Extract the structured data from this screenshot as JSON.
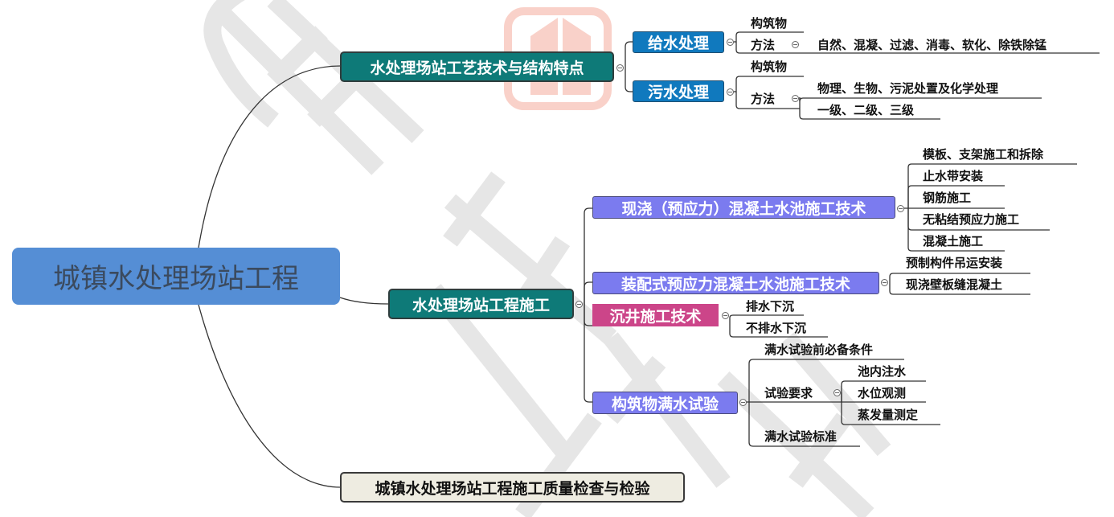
{
  "root": {
    "label": "城镇水处理场站工程",
    "color": "#558ed5"
  },
  "branches": [
    {
      "label": "水处理场站工艺技术与结构特点",
      "color": "#0e7a78",
      "children": [
        {
          "label": "给水处理",
          "color": "#1079be",
          "children": [
            {
              "label": "构筑物"
            },
            {
              "label": "方法",
              "children": [
                {
                  "label": "自然、混凝、过滤、消毒、软化、除铁除锰"
                }
              ]
            }
          ]
        },
        {
          "label": "污水处理",
          "color": "#1079be",
          "children": [
            {
              "label": "构筑物"
            },
            {
              "label": "方法",
              "children": [
                {
                  "label": "物理、生物、污泥处置及化学处理"
                },
                {
                  "label": "一级、二级、三级"
                }
              ]
            }
          ]
        }
      ]
    },
    {
      "label": "水处理场站工程施工",
      "color": "#0e7a78",
      "children": [
        {
          "label": "现浇（预应力）混凝土水池施工技术",
          "color": "#7b7bef",
          "children": [
            {
              "label": "模板、支架施工和拆除"
            },
            {
              "label": "止水带安装"
            },
            {
              "label": "钢筋施工"
            },
            {
              "label": "无粘结预应力施工"
            },
            {
              "label": "混凝土施工"
            }
          ]
        },
        {
          "label": "装配式预应力混凝土水池施工技术",
          "color": "#7b7bef",
          "children": [
            {
              "label": "预制构件吊运安装"
            },
            {
              "label": "现浇壁板缝混凝土"
            }
          ]
        },
        {
          "label": "沉井施工技术",
          "color": "#cc4589",
          "children": [
            {
              "label": "排水下沉"
            },
            {
              "label": "不排水下沉"
            }
          ]
        },
        {
          "label": "构筑物满水试验",
          "color": "#7b7bef",
          "children": [
            {
              "label": "满水试验前必备条件"
            },
            {
              "label": "试验要求",
              "children": [
                {
                  "label": "池内注水"
                },
                {
                  "label": "水位观测"
                },
                {
                  "label": "蒸发量测定"
                }
              ]
            },
            {
              "label": "满水试验标准"
            }
          ]
        }
      ]
    },
    {
      "label": "城镇水处理场站工程施工质量检查与检验",
      "color": "#eeece1"
    }
  ],
  "icons": {
    "collapse": "collapse-minus-icon",
    "watermark_logo": "watermark-logo-icon"
  }
}
